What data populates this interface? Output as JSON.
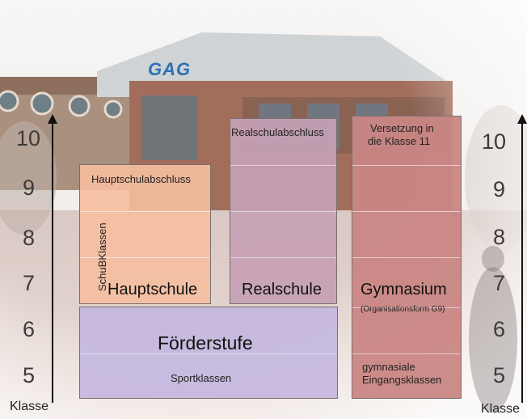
{
  "logo": {
    "text": "GAG"
  },
  "left_axis": {
    "label": "Klasse",
    "grades": [
      "10",
      "9",
      "8",
      "7",
      "6",
      "5"
    ]
  },
  "right_axis": {
    "label": "Klasse",
    "grades": [
      "10",
      "9",
      "8",
      "7",
      "6",
      "5"
    ]
  },
  "hauptschule": {
    "title": "Hauptschule",
    "top_label": "Hauptschulabschluss",
    "side_label": "SchuBKlassen"
  },
  "realschule": {
    "title": "Realschule",
    "top_label": "Realschulabschluss"
  },
  "gymnasium": {
    "title": "Gymnasium",
    "subtitle": "(Organisationsform G9)",
    "top_label_1": "Versetzung in",
    "top_label_2": "die Klasse 11",
    "bottom_label_1": "gymnasiale",
    "bottom_label_2": "Eingangsklassen"
  },
  "foerderstufe": {
    "title": "Förderstufe",
    "sub_label": "Sportklassen"
  },
  "colors": {
    "hauptschule": "#f6c3a7",
    "realschule": "#c8a3b6",
    "gymnasium": "#c98a88",
    "foerderstufe": "#c6b8de"
  }
}
